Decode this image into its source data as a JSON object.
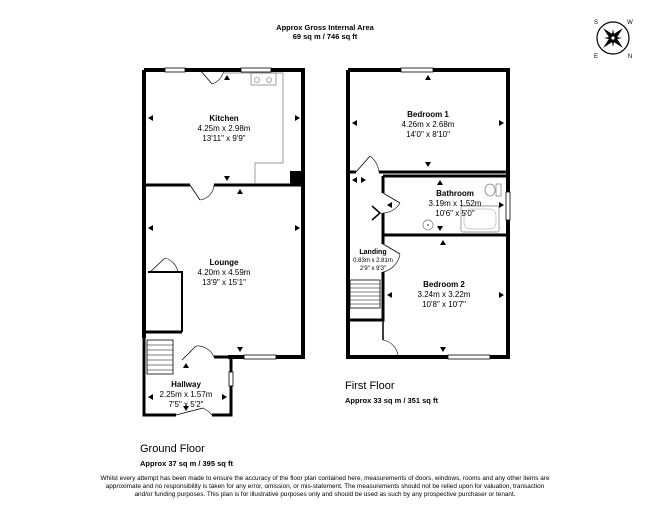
{
  "header": {
    "title": "Approx Gross Internal Area",
    "area": "69 sq m / 746 sq ft"
  },
  "ground_floor": {
    "label": "Ground Floor",
    "area": "Approx 37 sq m / 395 sq ft",
    "rooms": [
      {
        "name": "Kitchen",
        "metric": "4.25m x 2.98m",
        "imperial": "13'11\" x 9'9\""
      },
      {
        "name": "Lounge",
        "metric": "4.20m x 4.59m",
        "imperial": "13'9\" x 15'1\""
      },
      {
        "name": "Hallway",
        "metric": "2.25m x 1.57m",
        "imperial": "7'5\" x 5'2\""
      }
    ]
  },
  "first_floor": {
    "label": "First Floor",
    "area": "Approx 33 sq m / 351 sq ft",
    "rooms": [
      {
        "name": "Bedroom 1",
        "metric": "4.26m x 2.68m",
        "imperial": "14'0\" x 8'10\""
      },
      {
        "name": "Bathroom",
        "metric": "3.19m x 1.52m",
        "imperial": "10'6\" x 5'0\""
      },
      {
        "name": "Landing",
        "metric": "0.83m x 2.81m",
        "imperial": "2'9\" x 9'3\""
      },
      {
        "name": "Bedroom 2",
        "metric": "3.24m x 3.22m",
        "imperial": "10'8\" x 10'7\""
      }
    ]
  },
  "compass": {
    "n": "N",
    "e": "E",
    "s": "S",
    "w": "W"
  },
  "disclaimer": "Whilst every attempt has been made to ensure the accuracy of the floor plan contained here, measurements of doors, windows, rooms and any other items are approximate and no responsibility is taken for any error, omission, or mis-statement. The measurements should not be relied upon for valuation, transaction and/or funding purposes. This plan is for illustrative purposes only and should be used as such by any prospective purchaser or tenant."
}
